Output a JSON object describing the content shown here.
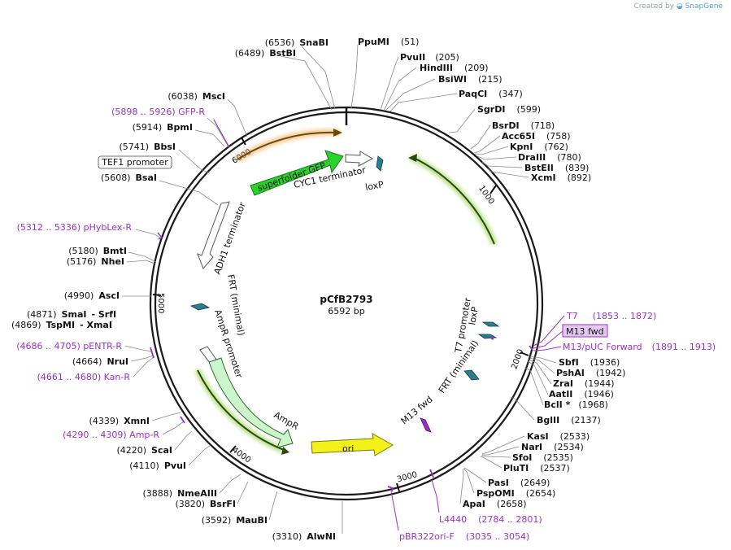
{
  "credit": {
    "prefix": "Created by ",
    "brand": "SnapGene"
  },
  "plasmid": {
    "name": "pCfB2793",
    "length": "6592 bp"
  },
  "ticks": [
    "1000",
    "2000",
    "3000",
    "4000",
    "5000",
    "6000"
  ],
  "features": {
    "superfolder_gfp": "superfolder GFP",
    "cyc1_terminator": "CYC1 terminator",
    "loxp_top": "loxP",
    "adh1_terminator": "ADH1 terminator",
    "frt_left": "FRT (minimal)",
    "ampr_promoter": "AmpR promoter",
    "ampr": "AmpR",
    "ori": "ori",
    "m13_fwd_inner": "M13 fwd",
    "frt_right": "FRT (minimal)",
    "t7_promoter": "T7 promoter",
    "loxp_right": "loxP"
  },
  "left_features": {
    "tef1_promoter": "TEF1 promoter"
  },
  "sites": {
    "snabi": {
      "name": "SnaBI",
      "pos": "(6536)"
    },
    "bstbi": {
      "name": "BstBI",
      "pos": "(6489)"
    },
    "ppumi": {
      "name": "PpuMI",
      "pos": "(51)"
    },
    "pvuii_top": {
      "name": "PvuII",
      "pos": "(205)"
    },
    "hindiii": {
      "name": "HindIII",
      "pos": "(209)"
    },
    "bsiwi": {
      "name": "BsiWI",
      "pos": "(215)"
    },
    "paqci": {
      "name": "PaqCI",
      "pos": "(347)"
    },
    "sgrdi": {
      "name": "SgrDI",
      "pos": "(599)"
    },
    "bsrdi": {
      "name": "BsrDI",
      "pos": "(718)"
    },
    "acc65i": {
      "name": "Acc65I",
      "pos": "(758)"
    },
    "kpni": {
      "name": "KpnI",
      "pos": "(762)"
    },
    "draiii": {
      "name": "DraIII",
      "pos": "(780)"
    },
    "bsteii": {
      "name": "BstEII",
      "pos": "(839)"
    },
    "xcmi": {
      "name": "XcmI",
      "pos": "(892)"
    },
    "msci": {
      "name": "MscI",
      "pos": "(6038)"
    },
    "bpmi": {
      "name": "BpmI",
      "pos": "(5914)"
    },
    "bbsi": {
      "name": "BbsI",
      "pos": "(5741)"
    },
    "bsai": {
      "name": "BsaI",
      "pos": "(5608)"
    },
    "bmti": {
      "name": "BmtI",
      "pos": "(5180)"
    },
    "nhei": {
      "name": "NheI",
      "pos": "(5176)"
    },
    "asci": {
      "name": "AscI",
      "pos": "(4990)"
    },
    "smai": {
      "name": "SmaI",
      "pos": "(4871)",
      "extra": "- SrfI"
    },
    "tspmi": {
      "name": "TspMI",
      "pos": "(4869)",
      "extra": "- XmaI"
    },
    "krui": {
      "name": "NruI",
      "pos": "(4664)"
    },
    "xmni": {
      "name": "XmnI",
      "pos": "(4339)"
    },
    "scai": {
      "name": "ScaI",
      "pos": "(4220)"
    },
    "pvui": {
      "name": "PvuI",
      "pos": "(4110)"
    },
    "nmeaiii": {
      "name": "NmeAIII",
      "pos": "(3888)"
    },
    "bsrfi": {
      "name": "BsrFI",
      "pos": "(3820)"
    },
    "maubi": {
      "name": "MauBI",
      "pos": "(3592)"
    },
    "alwni": {
      "name": "AlwNI",
      "pos": "(3310)"
    },
    "sbfi": {
      "name": "SbfI",
      "pos": "(1936)"
    },
    "pshai": {
      "name": "PshAI",
      "pos": "(1942)"
    },
    "zrai": {
      "name": "ZraI",
      "pos": "(1944)"
    },
    "aatii": {
      "name": "AatII",
      "pos": "(1946)"
    },
    "bcli": {
      "name": "BclI *",
      "pos": "(1968)"
    },
    "bglii": {
      "name": "BglII",
      "pos": "(2137)"
    },
    "kasi": {
      "name": "KasI",
      "pos": "(2533)"
    },
    "nari": {
      "name": "NarI",
      "pos": "(2534)"
    },
    "sfoi": {
      "name": "SfoI",
      "pos": "(2535)"
    },
    "pluti": {
      "name": "PluTI",
      "pos": "(2537)"
    },
    "pasi": {
      "name": "PasI",
      "pos": "(2649)"
    },
    "pspomi": {
      "name": "PspOMI",
      "pos": "(2654)"
    },
    "apai": {
      "name": "ApaI",
      "pos": "(2658)"
    }
  },
  "primers": {
    "gfp_r": "(5898 .. 5926)  GFP-R",
    "phyblex_r": "(5312 .. 5336)  pHybLex-R",
    "pentr_r": "(4686 .. 4705)  pENTR-R",
    "kan_r": "(4661 .. 4680)  Kan-R",
    "amp_r": "(4290 .. 4309)  Amp-R",
    "t7_name": "T7",
    "t7_pos": "(1853 .. 1872)",
    "m13_fwd_box": "M13 fwd",
    "m13puc": "M13/pUC Forward",
    "m13puc_pos": "(1891 .. 1913)",
    "l4440": "L4440",
    "l4440_pos": "(2784 .. 2801)",
    "pbr322": "pBR322ori-F",
    "pbr322_pos": "(3035 .. 3054)"
  },
  "colors": {
    "backbone": "#1a1a1a",
    "primer": "#9b30c8",
    "gfp": "#2bd12b",
    "ori": "#f2f21a",
    "ampr": "#ccf5cc",
    "loxp": "#2a7f8f",
    "orf_orange": "#f0a040",
    "orf_green": "#8ecf3c"
  }
}
